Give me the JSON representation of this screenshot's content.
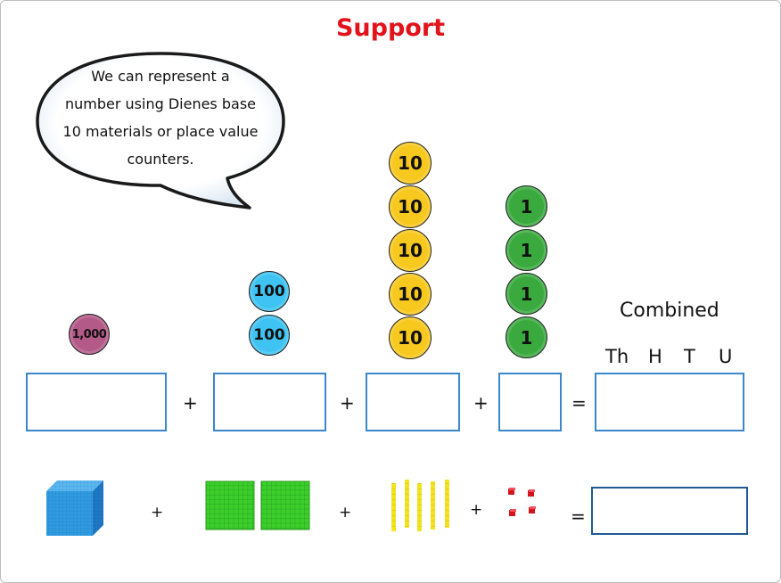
{
  "title": "Support",
  "speech_bubble": {
    "lines": [
      "We can represent a",
      "number using Dienes base",
      "10 materials or place value",
      "counters."
    ]
  },
  "counters": {
    "thousands": {
      "label": "1,000",
      "count": 1,
      "color": "#b45a88"
    },
    "hundreds": {
      "label": "100",
      "count": 2,
      "color": "#3ec3f2"
    },
    "tens": {
      "label": "10",
      "count": 5,
      "color": "#f7c81e"
    },
    "ones": {
      "label": "1",
      "count": 4,
      "color": "#3aaa3f"
    }
  },
  "combined": {
    "heading": "Combined",
    "columns": [
      "Th",
      "H",
      "T",
      "U"
    ]
  },
  "operators": {
    "plus": "+",
    "equals": "="
  },
  "dienes": {
    "thousand_cubes": 1,
    "hundred_flats": 2,
    "ten_rods": 5,
    "unit_cubes": 4,
    "colors": {
      "cube": "#2f9be0",
      "flat": "#3ccf2b",
      "rod": "#f2e31f",
      "unit": "#d4121b"
    }
  }
}
